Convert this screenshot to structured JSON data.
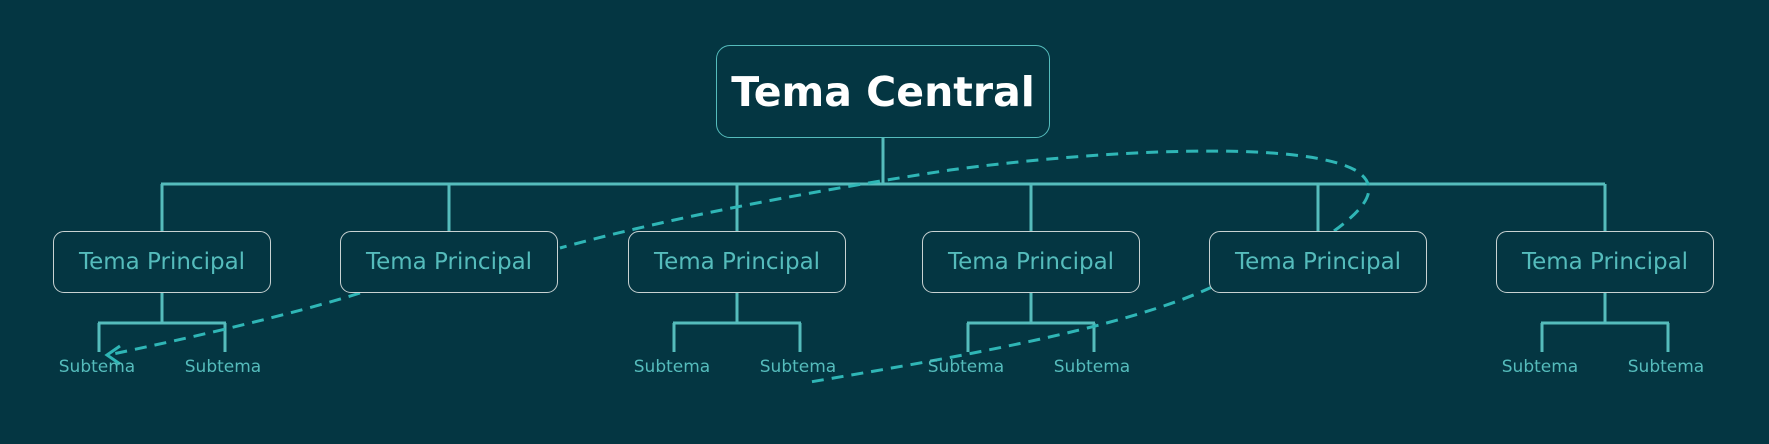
{
  "central_topic": {
    "label": "Tema Central"
  },
  "main_topics": [
    {
      "label": "Tema Principal",
      "subtopics": [
        "Subtema",
        "Subtema"
      ]
    },
    {
      "label": "Tema Principal",
      "subtopics": []
    },
    {
      "label": "Tema Principal",
      "subtopics": [
        "Subtema",
        "Subtema"
      ]
    },
    {
      "label": "Tema Principal",
      "subtopics": [
        "Subtema",
        "Subtema"
      ]
    },
    {
      "label": "Tema Principal",
      "subtopics": []
    },
    {
      "label": "Tema Principal",
      "subtopics": [
        "Subtema",
        "Subtema"
      ]
    }
  ],
  "colors": {
    "background": "#043642",
    "line": "#55bcbc",
    "relationship": "#2fb6b6",
    "central_text": "#ffffff",
    "topic_border": "#c8d2d2"
  }
}
